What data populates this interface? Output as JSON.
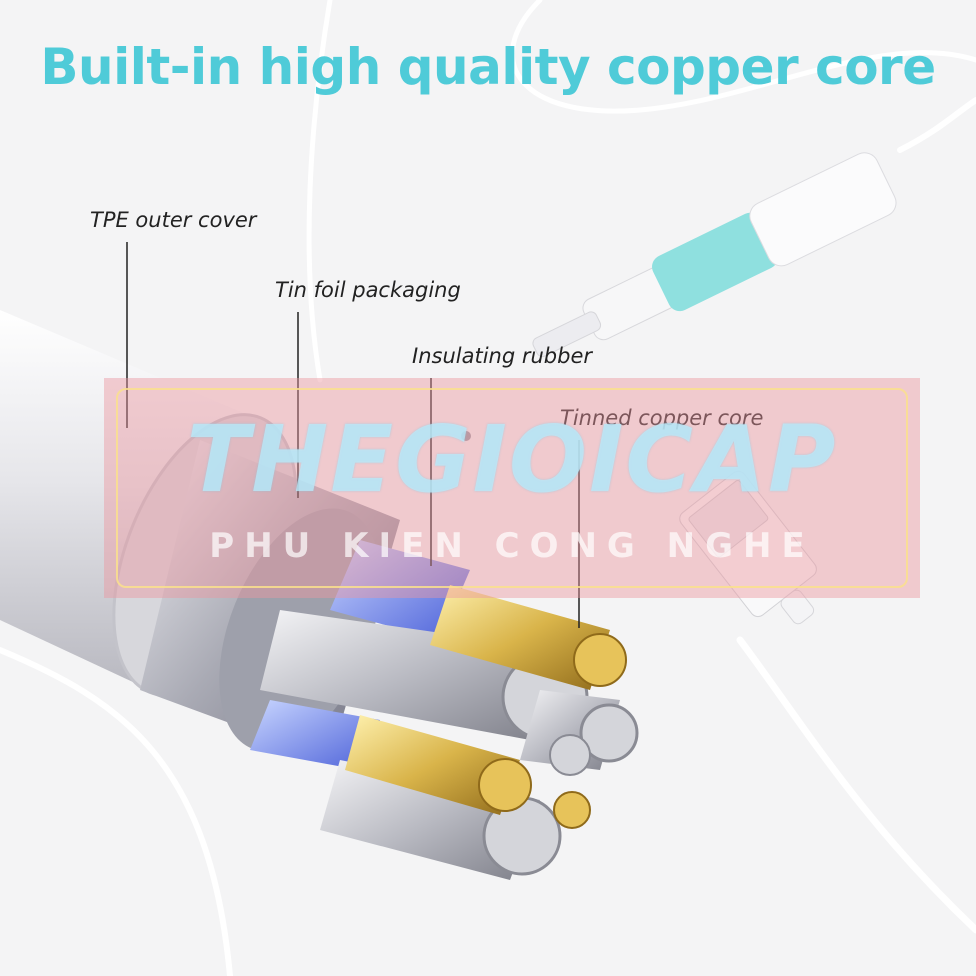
{
  "headline": "Built-in high quality copper core",
  "callouts": {
    "outer_cover": "TPE outer cover",
    "foil": "Tin foil packaging",
    "insulation": "Insulating rubber",
    "core": "Tinned copper core"
  },
  "watermark": {
    "brand": "THEGIOICAP",
    "tagline": "PHU KIEN CONG NGHE"
  },
  "colors": {
    "headline": "#4fcbd8",
    "connector_band": "#8fe0df",
    "copper": "#d9b44a",
    "silver": "#c8c8cc"
  }
}
